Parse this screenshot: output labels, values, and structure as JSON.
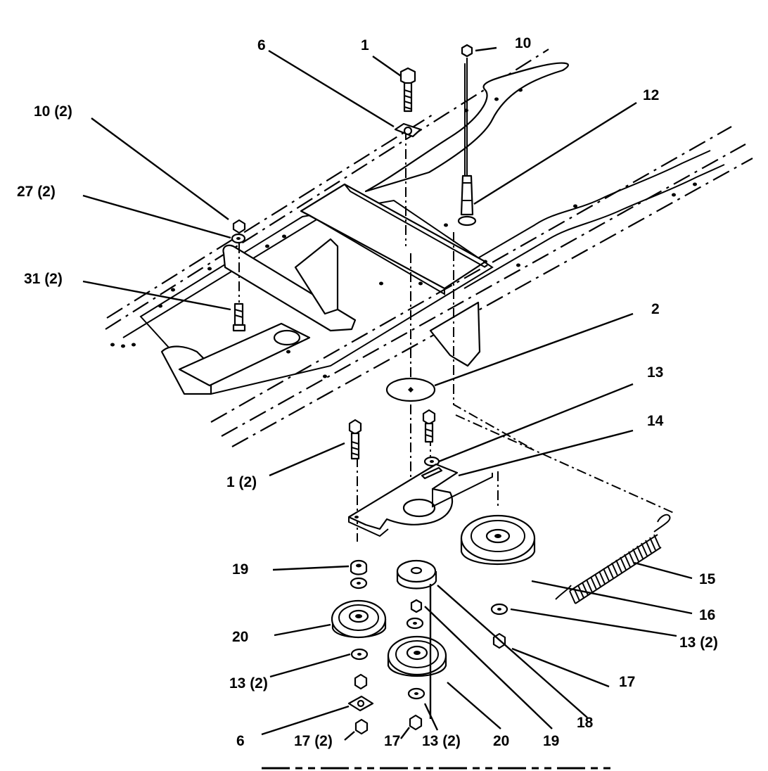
{
  "diagram": {
    "callouts": {
      "c6_top": "6",
      "c1_top": "1",
      "c10_top": "10",
      "c12": "12",
      "c10_2": "10 (2)",
      "c27_2": "27 (2)",
      "c31_2": "31 (2)",
      "c2": "2",
      "c13_top": "13",
      "c14": "14",
      "c1_2": "1 (2)",
      "c19_left": "19",
      "c15": "15",
      "c16": "16",
      "c20_left": "20",
      "c13_2_right": "13 (2)",
      "c17_right": "17",
      "c13_2_left": "13 (2)",
      "c6_bottom": "6",
      "c18": "18",
      "c17_2": "17 (2)",
      "c17_bottom": "17",
      "c13_2_bottom": "13 (2)",
      "c20_bottom": "20",
      "c19_bottom": "19"
    },
    "colors": {
      "ink": "#000000",
      "paper": "#ffffff"
    }
  }
}
